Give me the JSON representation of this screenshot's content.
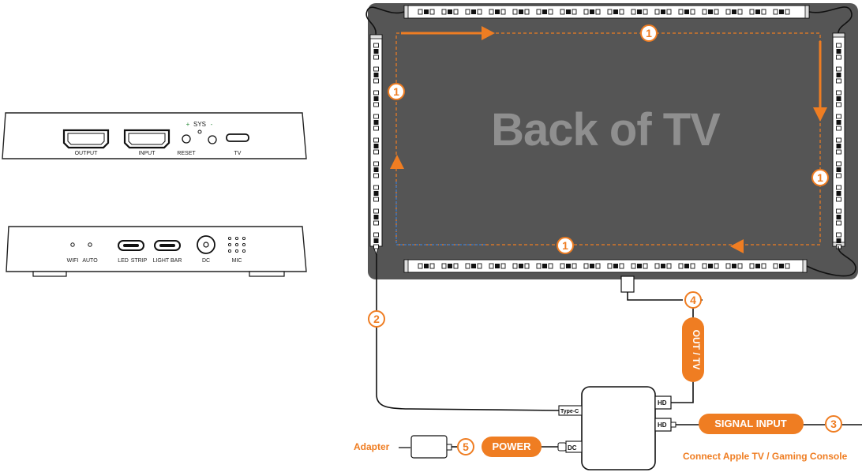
{
  "front_box": {
    "ports": {
      "output": "OUTPUT",
      "input": "INPUT",
      "reset": "RESET",
      "sys": "SYS",
      "sys_plus": "+",
      "sys_minus": "-",
      "tv": "TV"
    }
  },
  "back_box": {
    "ports": {
      "wifi": "WIFI",
      "auto": "AUTO",
      "led": "LED",
      "strip": "STRIP",
      "light_bar": "LIGHT BAR",
      "dc": "DC",
      "mic": "MIC"
    }
  },
  "tv": {
    "title": "Back of TV"
  },
  "steps": {
    "s1": "1",
    "s2": "2",
    "s3": "3",
    "s4": "4",
    "s5": "5"
  },
  "pills": {
    "out_tv": "OUT / TV",
    "signal_input": "SIGNAL INPUT",
    "power": "POWER"
  },
  "hub_ports": {
    "hd_top": "HD",
    "hd_bottom": "HD",
    "type_c": "Type-C",
    "dc": "DC"
  },
  "labels": {
    "adapter": "Adapter",
    "connect": "Connect Apple TV / Gaming Console"
  },
  "colors": {
    "accent": "#ef7d22",
    "tv_panel": "#555555",
    "tv_text": "#8f8f8f"
  }
}
